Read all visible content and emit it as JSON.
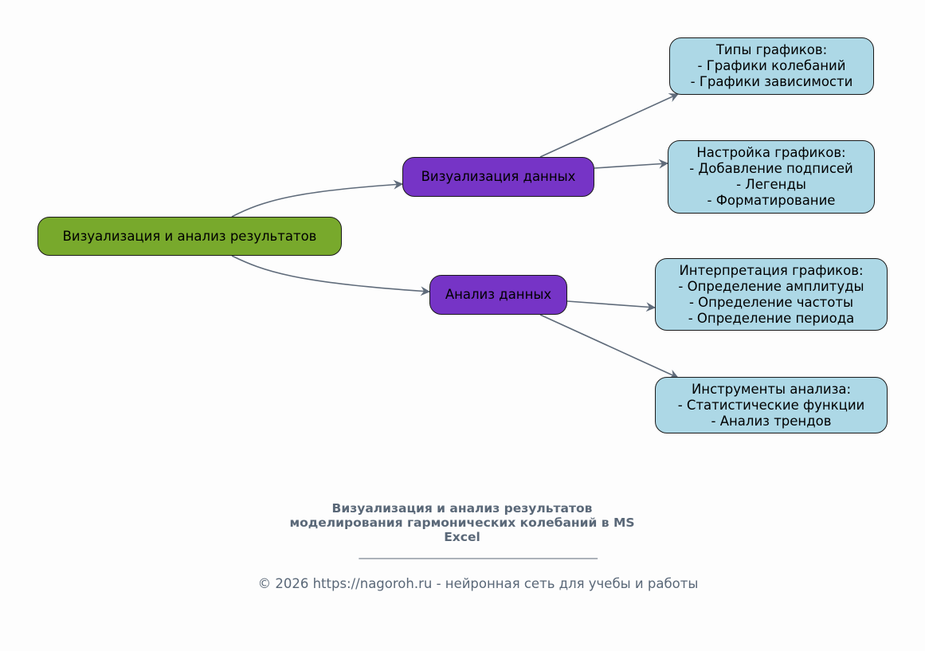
{
  "diagram": {
    "type": "mind-map",
    "colors": {
      "root": "#78a92c",
      "branch": "#7634c6",
      "leaf": "#add8e6",
      "edge": "#5f6b7a",
      "caption": "#5a6878"
    },
    "root": {
      "label": "Визуализация и анализ результатов"
    },
    "branches": [
      {
        "label": "Визуализация данных",
        "children": [
          {
            "label": "Типы графиков:\n- Графики колебаний\n- Графики зависимости"
          },
          {
            "label": "Настройка графиков:\n- Добавление подписей\n- Легенды\n- Форматирование"
          }
        ]
      },
      {
        "label": "Анализ данных",
        "children": [
          {
            "label": "Интерпретация графиков:\n- Определение амплитуды\n- Определение частоты\n- Определение периода"
          },
          {
            "label": "Инструменты анализа:\n- Статистические функции\n- Анализ трендов"
          }
        ]
      }
    ]
  },
  "caption": {
    "title": "Визуализация и анализ результатов\nмоделирования гармонических колебаний в MS\nExcel",
    "divider": "______________________________________________",
    "footer": "© 2026 https://nagoroh.ru - нейронная сеть для учебы и работы"
  }
}
